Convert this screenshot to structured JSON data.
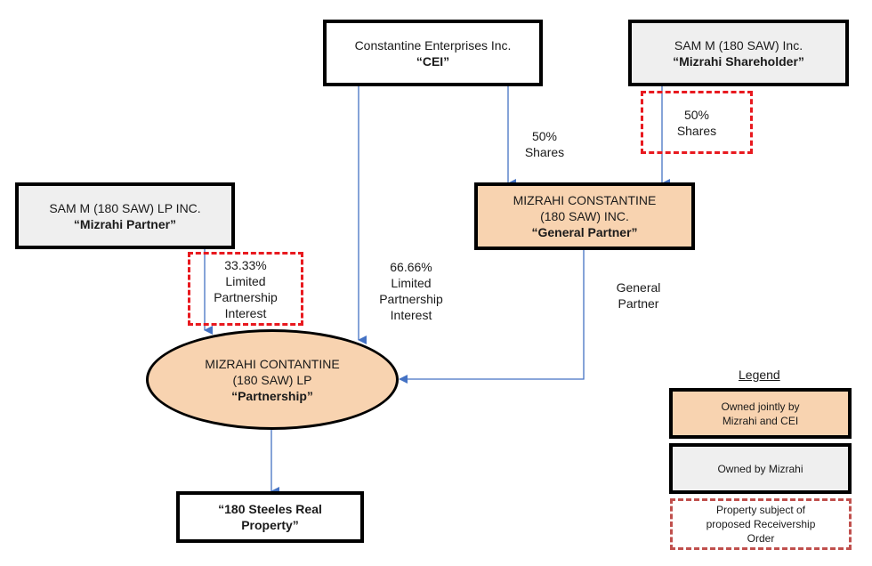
{
  "diagram": {
    "entities": {
      "cei": {
        "name": "Constantine Enterprises Inc.",
        "alias": "“CEI”"
      },
      "mizrahi_shareholder": {
        "name": "SAM M (180 SAW) Inc.",
        "alias": "“Mizrahi Shareholder”"
      },
      "mizrahi_partner": {
        "name": "SAM M (180 SAW) LP INC.",
        "alias": "“Mizrahi Partner”"
      },
      "general_partner": {
        "name_line1": "MIZRAHI CONSTANTINE",
        "name_line2": "(180 SAW) INC.",
        "alias": "“General Partner”"
      },
      "partnership": {
        "name_line1": "MIZRAHI CONTANTINE",
        "name_line2": "(180 SAW) LP",
        "alias": "“Partnership”"
      },
      "property": {
        "line1": "“180 Steeles Real",
        "line2": "Property”"
      }
    },
    "edges": {
      "cei_to_gp": {
        "line1": "50%",
        "line2": "Shares"
      },
      "shareholder_to_gp": {
        "line1": "50%",
        "line2": "Shares"
      },
      "partner_to_lp": {
        "line1": "33.33%",
        "line2": "Limited",
        "line3": "Partnership",
        "line4": "Interest"
      },
      "cei_to_lp": {
        "line1": "66.66%",
        "line2": "Limited",
        "line3": "Partnership",
        "line4": "Interest"
      },
      "gp_to_lp": {
        "line1": "General",
        "line2": "Partner"
      }
    },
    "legend": {
      "title": "Legend",
      "items": [
        {
          "line1": "Owned jointly by",
          "line2": "Mizrahi and CEI"
        },
        {
          "line1": "Owned by Mizrahi"
        },
        {
          "line1": "Property subject of",
          "line2": "proposed Receivership",
          "line3": "Order"
        }
      ]
    },
    "colors": {
      "joint_fill": "#f8d3b0",
      "mizrahi_fill": "#efefef",
      "connector": "#4472c4",
      "receivership_dash": "#e8191f"
    }
  }
}
